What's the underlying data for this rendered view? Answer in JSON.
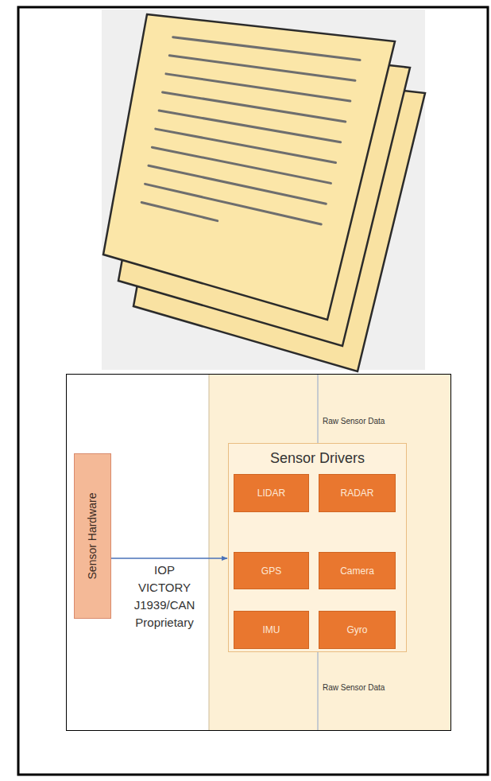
{
  "diagram": {
    "nodes": [
      {
        "text": [
          "Sensor Hardware"
        ]
      },
      {
        "text": [
          "Sensor Drivers"
        ]
      },
      {
        "text": [
          "LIDAR"
        ],
        "in": 1
      },
      {
        "text": [
          "RADAR"
        ],
        "in": 1
      },
      {
        "text": [
          "GPS"
        ],
        "in": 1
      },
      {
        "text": [
          "Camera"
        ],
        "in": 1
      },
      {
        "text": [
          "IMU"
        ],
        "in": 1
      },
      {
        "text": [
          "Gyro"
        ],
        "in": 1
      }
    ],
    "edges": [
      {
        "from": 0,
        "to": 1,
        "arrow": "to",
        "label": "IOP VICTORY J1939/CAN Proprietary"
      }
    ],
    "labels": [
      "Raw Sensor Data",
      "Raw Sensor Data"
    ]
  }
}
